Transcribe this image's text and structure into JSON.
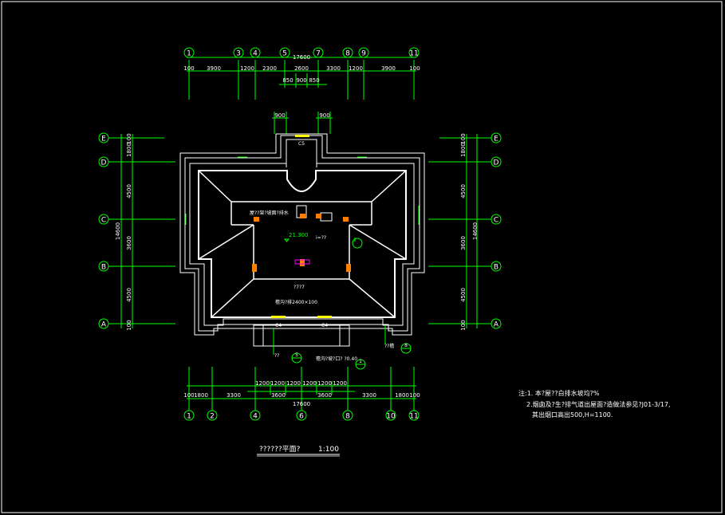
{
  "colors": {
    "background": "#000000",
    "frame": "#ffffff",
    "dimension": "#00ff00",
    "wall": "#ffffff",
    "column": "#ff7f00",
    "highlight": "#ffff00",
    "magenta": "#ff00ff",
    "text": "#ffffff"
  },
  "axes_top": {
    "labels": [
      "1",
      "3",
      "4",
      "5",
      "7",
      "8",
      "9",
      "11"
    ],
    "total": "17600",
    "segments": [
      "100",
      "3900",
      "1200",
      "2300",
      "2600",
      "3300",
      "1200",
      "3900",
      "100"
    ],
    "inner_segments": [
      "850",
      "900",
      "850"
    ]
  },
  "axes_bottom": {
    "labels": [
      "1",
      "2",
      "4",
      "6",
      "8",
      "10",
      "11"
    ],
    "total": "17600",
    "segments": [
      "100",
      "1800",
      "3300",
      "3600",
      "3600",
      "3300",
      "1800",
      "100"
    ],
    "inner_segments": [
      "1200",
      "1200",
      "1200",
      "1200",
      "1200",
      "1200"
    ]
  },
  "axes_left": {
    "labels": [
      "E",
      "D",
      "C",
      "B",
      "A"
    ],
    "total": "14600",
    "segments": [
      "100",
      "1800",
      "4500",
      "3600",
      "4500",
      "100"
    ]
  },
  "axes_right": {
    "labels": [
      "E",
      "D",
      "C",
      "B",
      "A"
    ],
    "total": "14600",
    "segments": [
      "100",
      "1800",
      "4500",
      "3600",
      "4500",
      "100"
    ]
  },
  "chimney_dims": [
    "900",
    "900"
  ],
  "plan_labels": {
    "window_top": "C5",
    "window_left": "C4",
    "window_right": "C4",
    "elevation": "21.300",
    "ridge_note": "屋??架?坡面?排水",
    "slope": "i=??",
    "center": "?7?7",
    "gutter": "檐沟?排2400×100",
    "detail_left": "??",
    "detail_mid": "檐沟?坡?口?  ?0.40",
    "detail_right": "??檐"
  },
  "callout_marks": [
    "5",
    "1",
    "8"
  ],
  "drawing_title": "??????平面?",
  "scale": "1:100",
  "notes": {
    "line1": "注:1. 本?屋??白排水坡均?%",
    "line2": "2.烟囱及?生?排气道出屋面?造做法参见?J01-3/17,",
    "line3": "其出烟口高出500,H=1100."
  }
}
